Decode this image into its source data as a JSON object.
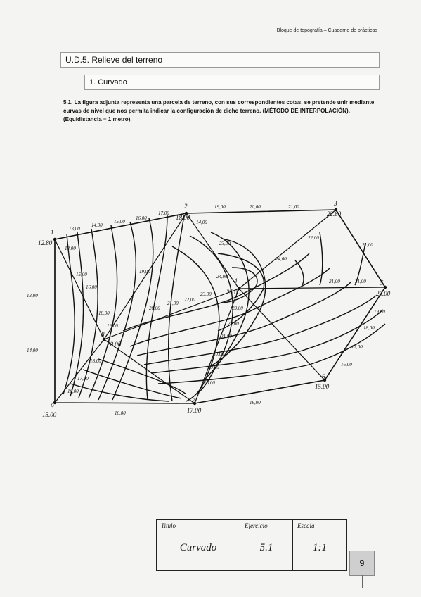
{
  "header": {
    "running_title": "Bloque de topografía – Cuaderno de prácticas"
  },
  "section": {
    "title": "U.D.5. Relieve del terreno"
  },
  "subsection": {
    "title": "1. Curvado"
  },
  "statement": {
    "text": "5.1. La figura adjunta representa una parcela de terreno, con sus correspondientes cotas, se pretende unir mediante curvas de nivel que nos permita indicar la configuración de dicho terreno. (MÉTODO DE INTERPOLACIÓN). (Equidistancia = 1 metro)."
  },
  "drawing": {
    "points": [
      {
        "num": "1",
        "elev": "12.80"
      },
      {
        "num": "2",
        "elev": "18.00"
      },
      {
        "num": "3",
        "elev": "22.80"
      },
      {
        "num": "4",
        "elev": "25.00"
      },
      {
        "num": "5",
        "elev": "20.00"
      },
      {
        "num": "6",
        "elev": "15.00"
      },
      {
        "num": "7",
        "elev": "17.00"
      },
      {
        "num": "8",
        "elev": "20.00"
      },
      {
        "num": "9",
        "elev": "15.00"
      }
    ],
    "labels": {
      "top": [
        "13,00",
        "14,00",
        "15,00",
        "16,00",
        "17,00",
        "19,00",
        "20,00",
        "21,00"
      ],
      "left_out": [
        "13,00",
        "14,00"
      ],
      "right_out": [
        "21,00",
        "19,00",
        "18,00",
        "17,00",
        "16,00"
      ],
      "bottom": [
        "16,00",
        "16,00"
      ],
      "inner_left": [
        "13,00",
        "15,00",
        "16,00",
        "18,00",
        "19,00"
      ],
      "inner_center": [
        "14,00",
        "19,00",
        "20,00",
        "21,00",
        "22,00",
        "23,00",
        "24,00"
      ],
      "inner_right": [
        "23,00",
        "24,00",
        "22,00",
        "21,00",
        "21,00"
      ],
      "inner_low": [
        "23,00",
        "22,00",
        "21,00",
        "20,00",
        "19,00",
        "18,00"
      ],
      "inner_low_left": [
        "18,00",
        "17,00",
        "16,00"
      ]
    }
  },
  "title_block": {
    "titulo_label": "Titulo",
    "titulo_value": "Curvado",
    "ejercicio_label": "Ejercicio",
    "ejercicio_value": "5.1",
    "escala_label": "Escala",
    "escala_value": "1:1"
  },
  "page_number": "9"
}
